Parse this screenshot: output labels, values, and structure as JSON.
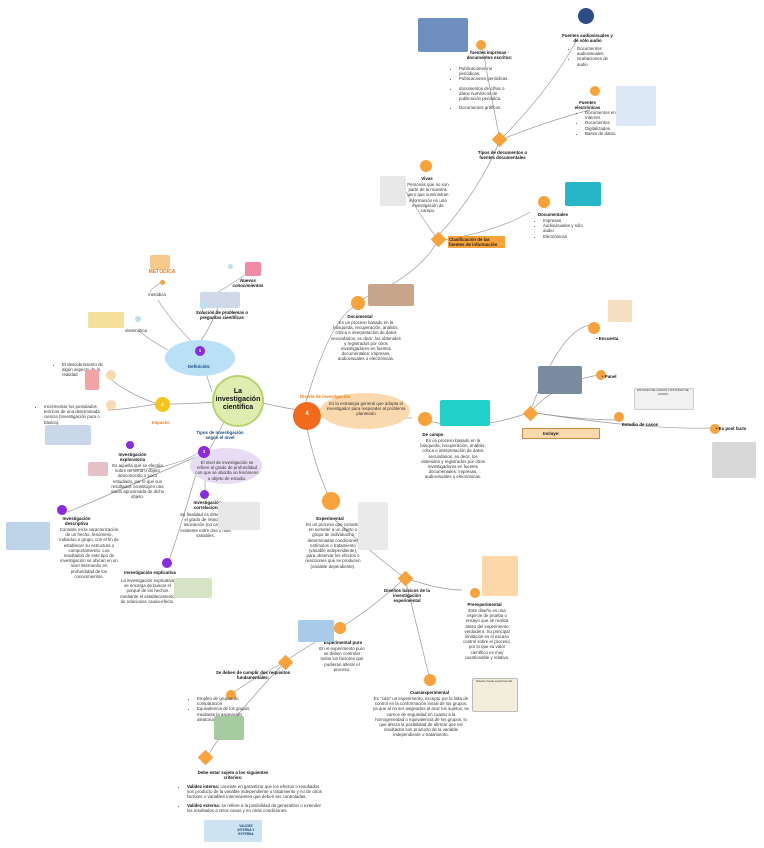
{
  "center": {
    "title": "La investigación científica",
    "number": "4"
  },
  "colors": {
    "orange": "#f7a23b",
    "purple": "#8a2be2",
    "center_green": "#e0ecb0",
    "center_orange": "#f26b1d",
    "cloud_blue": "#b9e0f5",
    "cloud_purple": "#e7dcf3",
    "cloud_peach": "#fbd9ae"
  },
  "definicion": {
    "number": "1",
    "label": "Definición:",
    "metodica": "METÓDICA",
    "metodica_sub": "metódica",
    "nuevos": "Nuevos conocimientos",
    "solucion": "Solución de problemas o preguntas científicas",
    "sistematica": "sistemática"
  },
  "impacto": {
    "number": "2",
    "label": "Impacto:",
    "desc1": "El descubrimiento de algún aspecto de la realidad",
    "desc2": "Incrementar los postulados teóricos de una determinada ciencia (Investigación pura o básica)."
  },
  "tipos_nivel": {
    "number": "3",
    "label": "Tipos de investigación según el nivel",
    "desc": "El nivel de investigación se refiere al grado de profundidad con que se aborda un fenómeno u objeto de estudio.",
    "exploratoria_title": "Investigación exploratoria",
    "exploratoria_desc": "Es aquella que se efectúa sobre un tema u objeto desconocido o poco estudiado, por lo que sus resultados constituyen una visión aproximada de dicho objeto.",
    "descriptiva_title": "Investigación descriptiva",
    "descriptiva_desc": "Consiste en la caracterización de un hecho, fenómeno, individuo o grupo, con el fin de establecer su estructura o comportamiento. Los resultados de este tipo de investigación se ubican en un nivel intermedio en profundidad de los conocimientos.",
    "correlacional_title": "Investigación correlacional",
    "correlacional_desc": "Su finalidad es determinar el grado de relación o asociación (no causal) existente entre dos o más variables.",
    "explicativa_title": "Investigación explicativa",
    "explicativa_desc": "La investigación explicativa se encarga de buscar el porqué de los hechos mediante el establecimiento de relaciones causa-efecto."
  },
  "diseno": {
    "label": "Diseño de investigación",
    "desc": "Es la estrategia general que adopta el investigador para responder al problema planteado"
  },
  "documental": {
    "title": "Documental",
    "desc": "Es un proceso basado en la búsqueda, recuperación, análisis, crítica e interpretación de datos secundarios, es decir, los obtenidos y registrados por otros investigadores en fuentes documentales: impresas, audiovisuales o electrónicas.",
    "clasificacion": "Clasificación de las fuentes de información",
    "vivas_title": "Vivas",
    "vivas_desc": "Personas que no son parte de la muestra, pero que suministran información en una investigación de campo.",
    "documentales_title": "Documentales",
    "documentales_items": [
      "Impresas",
      "Audiovisuales y sólo audio",
      "Electrónicas"
    ],
    "tipos_docs": "Tipos de documentos o fuentes documentales",
    "impresas_title": "fuentes impresas -documentos escritos:",
    "impresas_items": [
      "Publicaciones no periódicas.",
      "Publicaciones periódicas.",
      "documentos de cifras o datos numéricos de publicación periódica.",
      "Documentos gráficos."
    ],
    "audiovisuales_title": "Fuentes audiovisuales y de sólo audio",
    "audiovisuales_items": [
      "Documentos audiovisuales",
      "Grabaciones de audio"
    ],
    "electronicas_title": "Fuentes electrónicas",
    "electronicas_items": [
      "Documentos en Internet.",
      "Documentos Digitalizados.",
      "Bases de datos."
    ]
  },
  "campo": {
    "title": "De campo",
    "desc": "Es un proceso basado en la búsqueda, recuperación, análisis, crítica e interpretación de datos secundarios, es decir, los obtenidos y registrados por otros investigadores en fuentes documentales: impresas, audiovisuales o electrónicas.",
    "incluye": "Incluye:",
    "items": [
      "Encuesta",
      "Panel",
      "Estudio de casos",
      "Ex post facto"
    ]
  },
  "experimental": {
    "title": "Experimental",
    "desc": "Es un proceso que consiste en someter a un objeto o grupo de individuos a determinadas condiciones estímulos o tratamiento (variable independiente), para observar los efectos o reacciones que se producen (variable dependiente).",
    "disenos": "Diseños básicos de la investigación experimental",
    "pre_title": "Preexperimental",
    "pre_desc": "Este diseño es una especie de prueba o ensayo que se realiza antes del experimento verdadero. Su principal limitación es el escaso control sobre el proceso, por lo que su valor científico es muy cuestionable y relativo.",
    "puro_title": "Experimental puro",
    "puro_desc": "En el experimento puro se deben controlar todos los factores que pudieran alterar el proceso.",
    "cuasi_title": "Cuasiexperimental",
    "cuasi_desc": "Es \"casi\" un experimento, excepto por la falta de control en la conformación inicial de los grupos, ya que al no ser asignados al azar los sujetos, se carece de seguridad en cuanto a la homogeneidad o equivalencia de los grupos, lo que afecta la posibilidad de afirmar que los resultados son producto de la variable independiente o tratamiento.",
    "requisitos": "Se deben de cumplir dos requisitos fundamentales:",
    "requisitos_items": [
      "Empleo de grupos de comparación",
      "Equivalencia de los grupos mediante la asignación aleatoria o al azar"
    ],
    "criterios": "Debe estar sujeto a los siguientes criterios:",
    "validez_interna_label": "Validez interna:",
    "validez_interna": "consiste en garantizar que los efectos o resultados son producto de la variable independiente o tratamiento y no de otros factores o variables intervinientes que deben ser controladas.",
    "validez_externa_label": "Validez externa:",
    "validez_externa": "se refiere a la posibilidad de generalizar o extender los resultados a otros casos y en otras condiciones.",
    "cuasi_sheet": "Diseño Cuasi experimental",
    "validez_book": "VALIDEZ INTERNA Y EXTERNA"
  },
  "picture_captions": {
    "estudio_casos": "ESTUDIO DE CASOS Y ESTUDIO DE CASOS"
  }
}
